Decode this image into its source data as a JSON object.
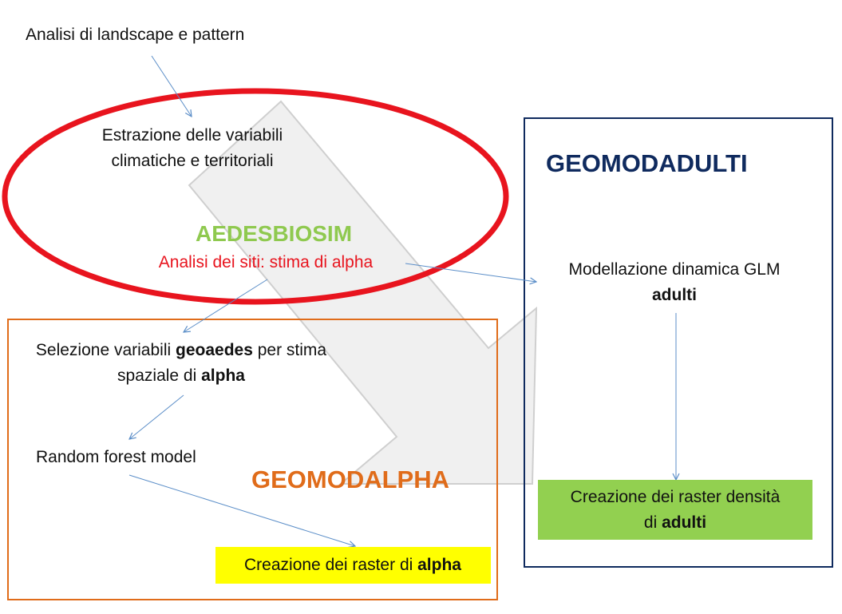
{
  "colors": {
    "red": "#e8141e",
    "orange": "#e06c1a",
    "navy": "#0f2a5e",
    "green_title": "#8fc94f",
    "arrow_blue": "#5b8ec8",
    "yellow": "#ffff00",
    "green_box": "#92d050",
    "big_arrow_fill": "#f0f0f0",
    "big_arrow_stroke": "#cfcfcf"
  },
  "nodes": {
    "landscape": "Analisi di landscape e pattern",
    "estrazione_1": "Estrazione delle variabili",
    "estrazione_2": "climatiche e territoriali",
    "aedesbiosim": "AEDESBIOSIM",
    "analisi_siti": "Analisi dei siti: stima di alpha",
    "selezione_pre": "Selezione variabili ",
    "selezione_bold": "geoaedes",
    "selezione_post": " per stima",
    "spaziale_pre": "spaziale di ",
    "spaziale_bold": "alpha",
    "random_forest": "Random forest model",
    "geomodalpha": "GEOMODALPHA",
    "raster_alpha_pre": "Creazione dei raster di ",
    "raster_alpha_bold": "alpha",
    "geomodadulti": "GEOMODADULTI",
    "modellazione": "Modellazione dinamica GLM",
    "adulti": "adulti",
    "raster_densita": "Creazione dei raster densità",
    "di_pre": "di ",
    "di_bold": "adulti"
  }
}
